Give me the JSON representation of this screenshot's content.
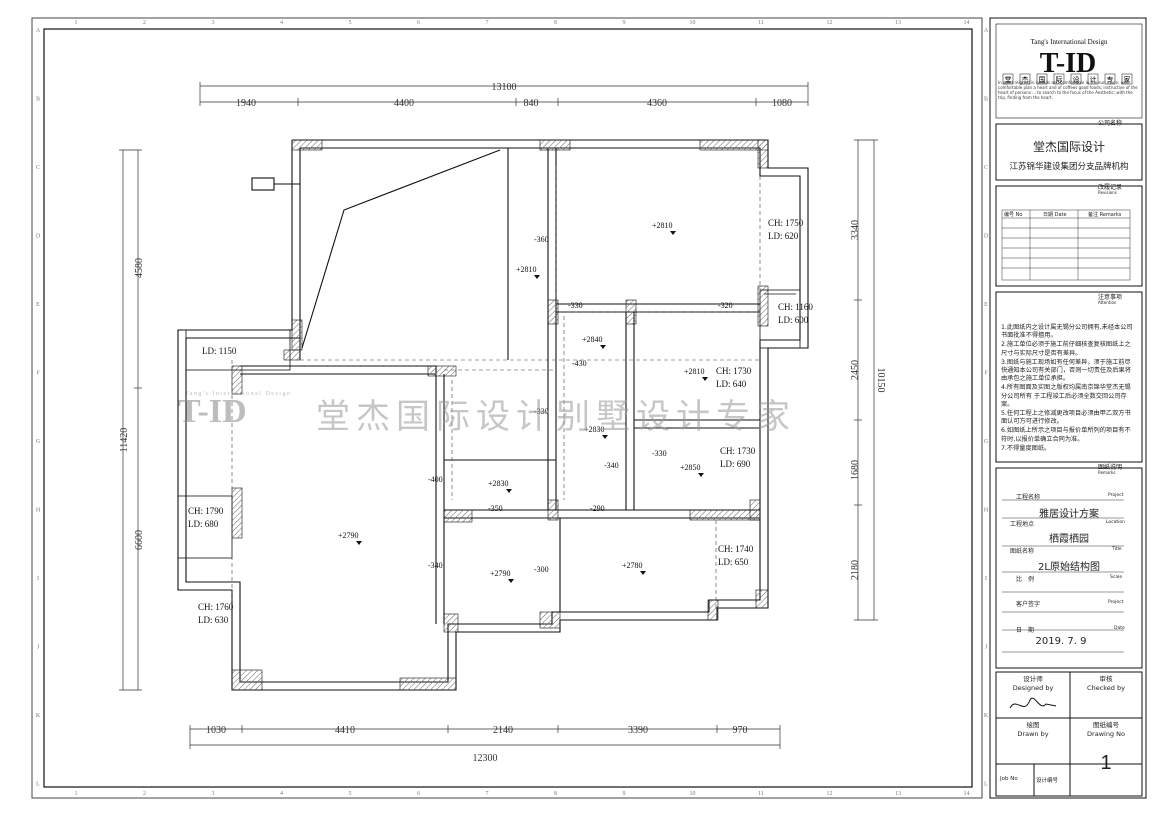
{
  "brand": {
    "name_en": "Tang's International Design",
    "logo_text": "T-ID",
    "chars": [
      "堂",
      "杰",
      "国",
      "际",
      "设",
      "计",
      "专",
      "家"
    ],
    "tagline": "In quiet reigned in sounds and comfortable in the sun moon, with comfortable plan a heart and of coffees good foods; instructive of the heart of persons ... to search to the focus of the Aesthetic; with the trip, finding from the heart."
  },
  "company": {
    "section_label": "公司名称",
    "name": "堂杰国际设计",
    "subtitle": "江苏锦华建设集团分支品牌机构"
  },
  "revisions": {
    "section_label": "改履记录",
    "section_label_en": "Revisions",
    "columns": [
      "编号 No",
      "日期 Date",
      "备注 Remarks"
    ],
    "rows": 7
  },
  "attention": {
    "section_label": "注意事项",
    "section_label_en": "Attention",
    "items": [
      "1.此图纸内之设计属无锡分公司拥有,未经本公司书面批准不得擅用。",
      "2.施工单位必须于施工前仔细核查复核图纸上之尺寸与实际尺寸是否有差异。",
      "3.图纸与施工现场如有任何差异，须于施工前尽快通知本公司有关部门，否则一切责任及后果将由承包之施工单位承担。",
      "4.所有图面及实图之版权均属南京锦华堂杰无锡分公司所有 于工程竣工后必须全数交回公司存案。",
      "5.任何工程上之修减更改项目必须由甲乙双方书面认可方可进行修改。",
      "6.如图纸上所示之项目与报价单所列的项目有不符时,以报价单确立合同为准。",
      "7.不得量度图纸。"
    ]
  },
  "remarks": {
    "section_label": "图纸说明",
    "section_label_en": "Remarks",
    "project_label": "工程名称",
    "project_label_en": "Project",
    "project": "雅居设计方案",
    "location_label": "工程地点",
    "location_label_en": "Location",
    "location": "栖霞栖园",
    "title_label": "图纸名称",
    "title_label_en": "Title",
    "title": "2L原始结构图",
    "scale_label": "比　例",
    "scale_label_en": "Scale",
    "client_label": "客户签字",
    "client_label_en": "Project",
    "date_label": "日　期",
    "date_label_en": "Date",
    "date": "2019. 7. 9"
  },
  "signoff": {
    "designed_cn": "设计师",
    "designed_en": "Designed by",
    "checked_cn": "审核",
    "checked_en": "Checked by",
    "drawn_cn": "绘图",
    "drawn_en": "Drawn by",
    "drawing_no_cn": "图纸编号",
    "drawing_no_en": "Drawing No",
    "job_no_en": "Job No",
    "job_no_cn": "设计编号",
    "drawing_no": "1"
  },
  "watermark": {
    "logo_text": "T-ID",
    "text": "堂杰国际设计别墅设计专家",
    "brand_small": "Tang's International Design"
  },
  "border": {
    "top_ticks": [
      "1",
      "2",
      "3",
      "4",
      "5",
      "6",
      "7",
      "8",
      "9",
      "10",
      "11",
      "12",
      "13",
      "14"
    ],
    "side_ticks": [
      "A",
      "B",
      "C",
      "D",
      "E",
      "F",
      "G",
      "H",
      "I",
      "J",
      "K",
      "L"
    ]
  },
  "dimensions": {
    "top_total": "13100",
    "top": [
      "1940",
      "4400",
      "840",
      "4360",
      "1080"
    ],
    "bottom_total": "12300",
    "bottom": [
      "1030",
      "4410",
      "2140",
      "3390",
      "970"
    ],
    "left_total": "11420",
    "left": [
      "4580",
      "6600"
    ],
    "right_total": "10150",
    "right": [
      "3340",
      "2450",
      "1680",
      "2180"
    ]
  },
  "plan_labels": {
    "elevations": [
      "+2810",
      "+2810",
      "+2840",
      "+2830",
      "+2810",
      "+2850",
      "+2830",
      "+2790",
      "+2790",
      "+2780"
    ],
    "beams": [
      "-360",
      "-330",
      "-320",
      "-430",
      "-330",
      "-330",
      "-340",
      "-400",
      "-350",
      "-290",
      "-340",
      "-300"
    ],
    "windows": [
      {
        "ch": "CH: 1750",
        "ld": "LD: 620"
      },
      {
        "ch": "CH: 1160",
        "ld": "LD: 600"
      },
      {
        "ch": "CH: 1730",
        "ld": "LD: 640"
      },
      {
        "ch": "CH: 1730",
        "ld": "LD: 690"
      },
      {
        "ch": "CH: 1740",
        "ld": "LD: 650"
      },
      {
        "ch": "CH: 1790",
        "ld": "LD: 680"
      },
      {
        "ch": "CH: 1760",
        "ld": "LD: 630"
      }
    ],
    "ld_single": "LD: 1150"
  }
}
